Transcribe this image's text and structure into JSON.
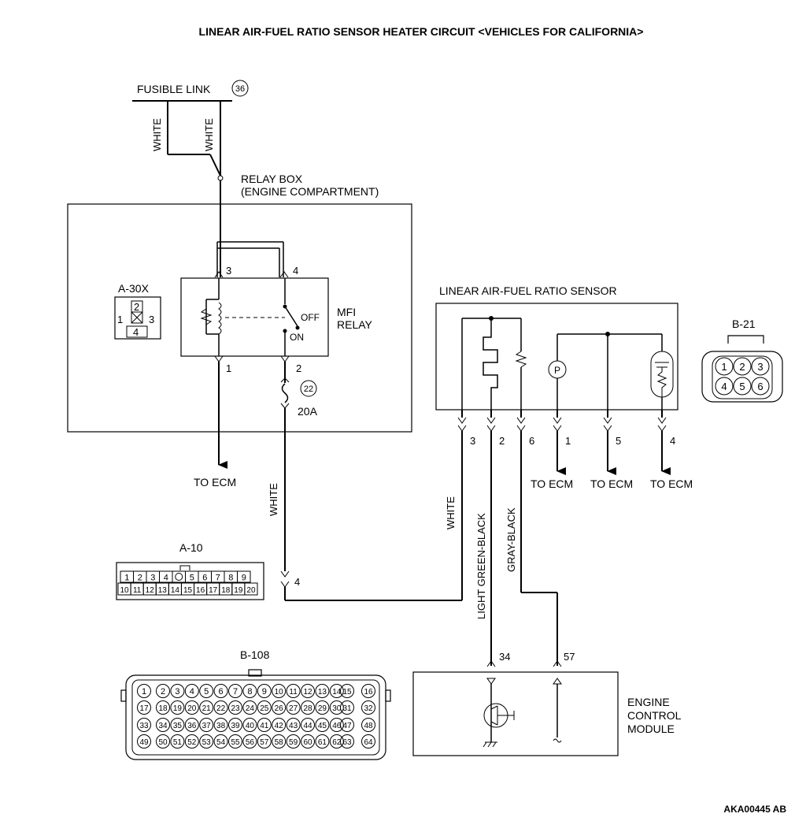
{
  "title": "LINEAR AIR-FUEL RATIO SENSOR HEATER CIRCUIT <VEHICLES FOR CALIFORNIA>",
  "figure_id": "AKA00445 AB",
  "fusible_link": {
    "label": "FUSIBLE LINK",
    "number": "36"
  },
  "relay_box": {
    "line1": "RELAY BOX",
    "line2": "(ENGINE COMPARTMENT)"
  },
  "relay_connector": {
    "label": "A-30X",
    "pins": [
      "1",
      "2",
      "3",
      "4"
    ]
  },
  "mfi_relay": {
    "line1": "MFI",
    "line2": "RELAY",
    "off": "OFF",
    "on": "ON",
    "pin1": "1",
    "pin2": "2",
    "pin3": "3",
    "pin4": "4"
  },
  "fuse": {
    "number": "22",
    "rating": "20A"
  },
  "wires": {
    "fusible_left": "WHITE",
    "fusible_right": "WHITE",
    "relay_to_a10": "WHITE",
    "a10_to_sensor": "WHITE",
    "sensor_pin2": "LIGHT GREEN-BLACK",
    "sensor_pin6": "GRAY-BLACK"
  },
  "to_ecm": "TO ECM",
  "a10": {
    "label": "A-10",
    "pin4": "4",
    "row1": [
      "1",
      "2",
      "3",
      "4",
      "",
      "5",
      "6",
      "7",
      "8",
      "9"
    ],
    "row2": [
      "10",
      "11",
      "12",
      "13",
      "14",
      "15",
      "16",
      "17",
      "18",
      "19",
      "20"
    ]
  },
  "sensor": {
    "label": "LINEAR AIR-FUEL RATIO SENSOR",
    "pins": [
      "3",
      "2",
      "6",
      "1",
      "5",
      "4"
    ],
    "p_symbol": "P"
  },
  "b21": {
    "label": "B-21",
    "pins": [
      "1",
      "2",
      "3",
      "4",
      "5",
      "6"
    ]
  },
  "b108": {
    "label": "B-108",
    "rows": [
      [
        "1",
        "2",
        "3",
        "4",
        "5",
        "6",
        "7",
        "8",
        "9",
        "10",
        "11",
        "12",
        "13",
        "14",
        "15",
        "16"
      ],
      [
        "17",
        "18",
        "19",
        "20",
        "21",
        "22",
        "23",
        "24",
        "25",
        "26",
        "27",
        "28",
        "29",
        "30",
        "31",
        "32"
      ],
      [
        "33",
        "34",
        "35",
        "36",
        "37",
        "38",
        "39",
        "40",
        "41",
        "42",
        "43",
        "44",
        "45",
        "46",
        "47",
        "48"
      ],
      [
        "49",
        "50",
        "51",
        "52",
        "53",
        "54",
        "55",
        "56",
        "57",
        "58",
        "59",
        "60",
        "61",
        "62",
        "63",
        "64"
      ]
    ]
  },
  "ecm": {
    "line1": "ENGINE",
    "line2": "CONTROL",
    "line3": "MODULE",
    "pin_a": "34",
    "pin_b": "57"
  }
}
